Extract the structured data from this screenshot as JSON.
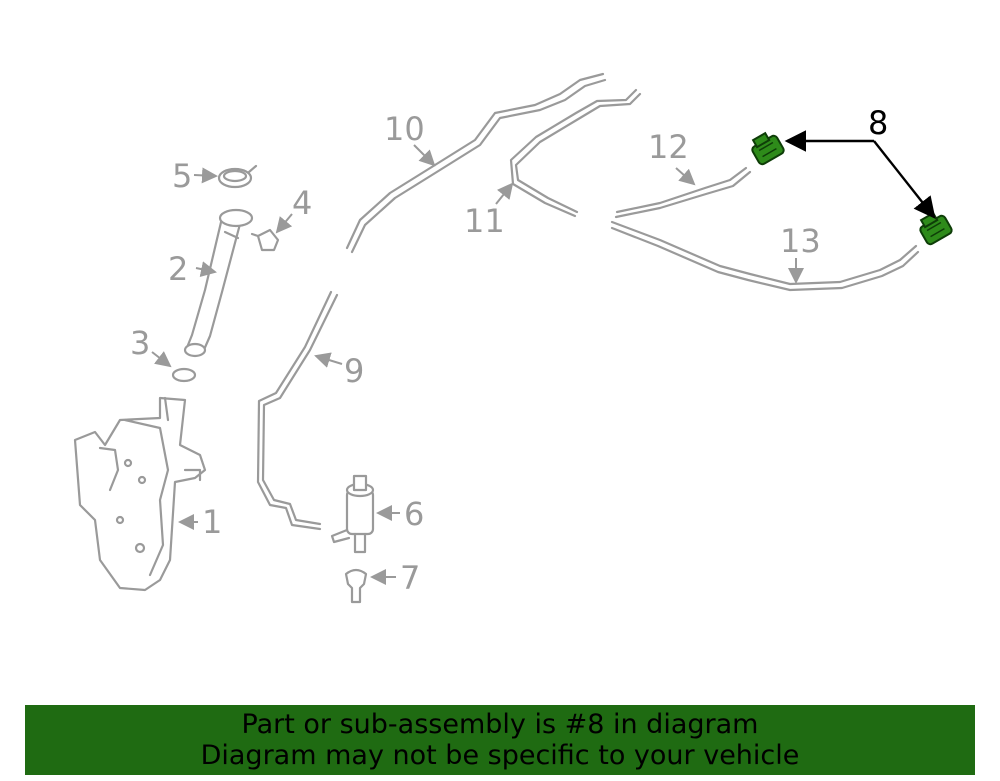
{
  "diagram": {
    "callouts": [
      "1",
      "2",
      "3",
      "4",
      "5",
      "6",
      "7",
      "8",
      "9",
      "10",
      "11",
      "12",
      "13"
    ],
    "highlight_color": "#2e8b1a",
    "part_color": "#9a9a9a"
  },
  "banner": {
    "line1": "Part or sub-assembly is #8 in diagram",
    "line2": "Diagram may not be specific to your vehicle",
    "background": "#1f6b12"
  }
}
